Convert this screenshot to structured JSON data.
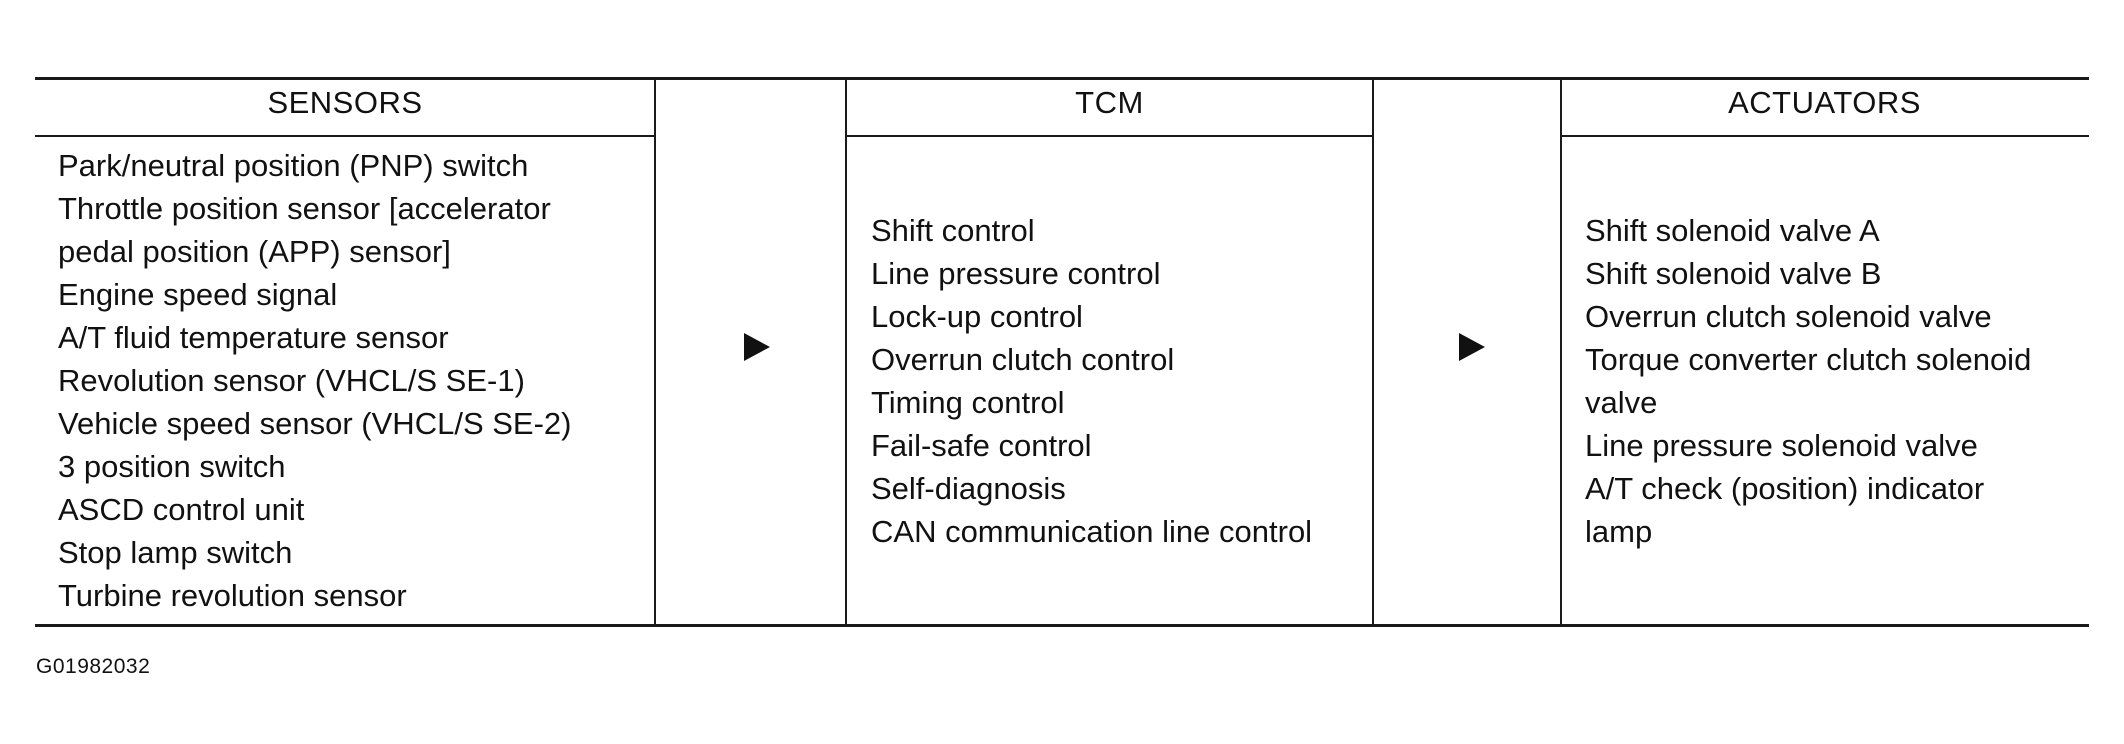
{
  "sensors": {
    "header": "SENSORS",
    "items": [
      "Park/neutral position (PNP) switch",
      "Throttle position sensor [accelerator",
      "pedal position (APP) sensor]",
      "Engine speed signal",
      "A/T fluid temperature sensor",
      "Revolution sensor (VHCL/S SE-1)",
      "Vehicle speed sensor (VHCL/S SE-2)",
      "3 position switch",
      "ASCD control unit",
      "Stop lamp switch",
      "Turbine revolution sensor"
    ]
  },
  "tcm": {
    "header": "TCM",
    "items": [
      "Shift control",
      "Line pressure control",
      "Lock-up control",
      "Overrun clutch control",
      "Timing control",
      "Fail-safe control",
      "Self-diagnosis",
      "CAN communication line control"
    ]
  },
  "actuators": {
    "header": "ACTUATORS",
    "items": [
      "Shift solenoid valve A",
      "Shift solenoid valve B",
      "Overrun clutch solenoid valve",
      "Torque converter clutch solenoid",
      "valve",
      "Line pressure solenoid valve",
      "A/T check (position) indicator",
      "lamp"
    ]
  },
  "figure_code": "G01982032"
}
